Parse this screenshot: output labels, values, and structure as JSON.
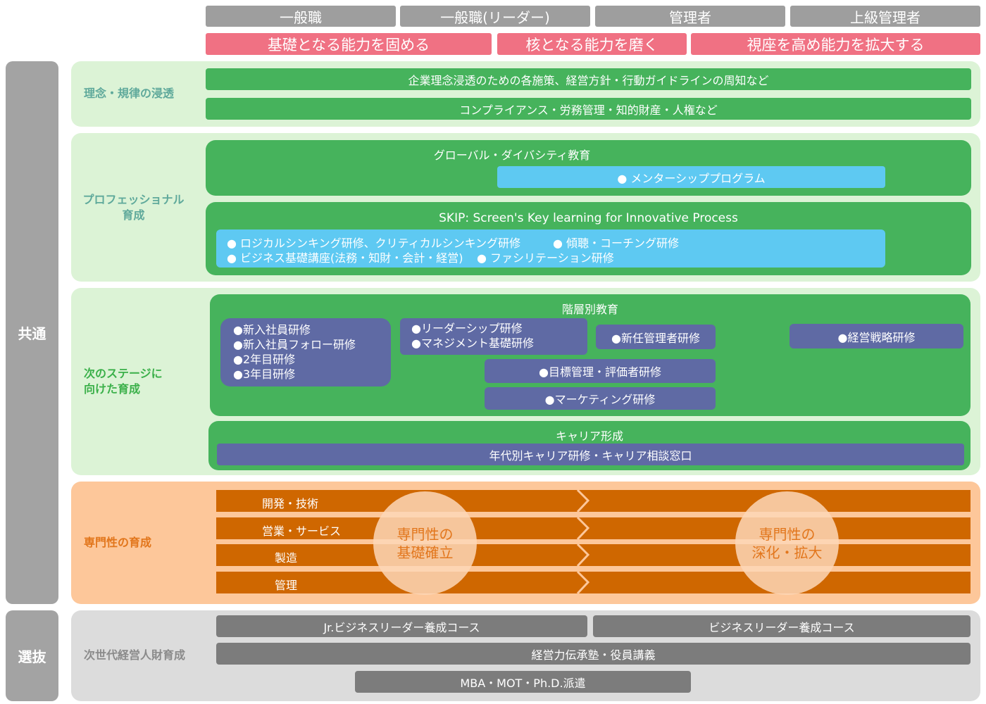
{
  "header": {
    "levels": [
      "一般職",
      "一般職(リーダー)",
      "管理者",
      "上級管理者"
    ],
    "goals": [
      "基礎となる能力を固める",
      "核となる能力を磨く",
      "視座を高め能力を拡大する"
    ]
  },
  "sidebar": {
    "common": "共通",
    "selection": "選抜"
  },
  "sections": {
    "philosophy": {
      "label": "理念・規律の浸透",
      "bars": [
        "企業理念浸透のための各施策、経営方針・行動ガイドラインの周知など",
        "コンプライアンス・労務管理・知的財産・人権など"
      ]
    },
    "professional": {
      "label": "プロフェッショナル\n育成",
      "global_title": "グローバル・ダイバシティ教育",
      "mentorship": "● メンターシッププログラム",
      "skip_title": "SKIP: Screen's Key learning for Innovative Process",
      "skip_items": [
        "● ロジカルシンキング研修、クリティカルシンキング研修",
        "● 傾聴・コーチング研修",
        "● ビジネス基礎講座(法務・知財・会計・経営)",
        "● ファシリテーション研修"
      ]
    },
    "next_stage": {
      "label": "次のステージに\n向けた育成",
      "tier_title": "階層別教育",
      "newhire": [
        "●新入社員研修",
        "●新入社員フォロー研修",
        "●2年目研修",
        "●3年目研修"
      ],
      "leader": [
        "●リーダーシップ研修",
        "●マネジメント基礎研修"
      ],
      "new_manager": "●新任管理者研修",
      "strategy": "●経営戦略研修",
      "objectives": "●目標管理・評価者研修",
      "marketing": "●マーケティング研修",
      "career_title": "キャリア形成",
      "career_bar": "年代別キャリア研修・キャリア相談窓口"
    },
    "specialty": {
      "label": "専門性の育成",
      "rows": [
        "開発・技術",
        "営業・サービス",
        "製造",
        "管理"
      ],
      "circle_left": "専門性の\n基礎確立",
      "circle_right": "専門性の\n深化・拡大"
    },
    "selection": {
      "label": "次世代経営人財育成",
      "jr_course": "Jr.ビジネスリーダー養成コース",
      "course": "ビジネスリーダー養成コース",
      "lectures": "経営力伝承塾・役員講義",
      "dispatch": "MBA・MOT・Ph.D.派遣"
    }
  },
  "colors": {
    "header_gray": "#9e9e9e",
    "goal_pink": "#f07183",
    "green": "#46b35c",
    "light_green": "#dcf3d6",
    "blue": "#5ec9f2",
    "purple": "#5f6aa4",
    "orange": "#cf6700",
    "light_orange": "#fdc79a",
    "dark_gray": "#7c7c7c"
  }
}
